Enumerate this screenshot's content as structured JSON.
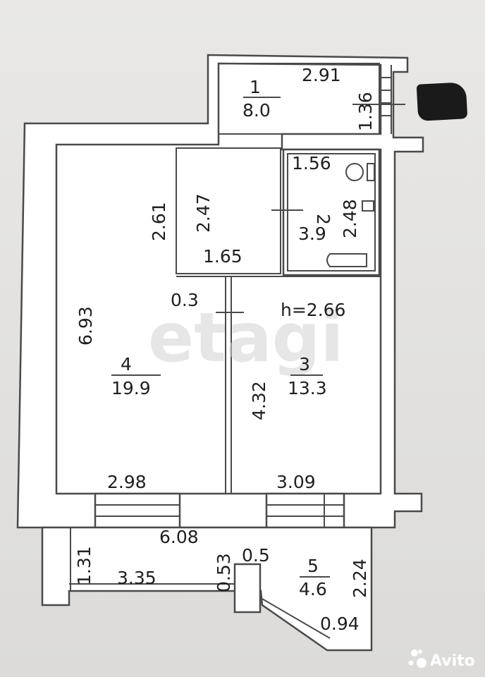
{
  "plan": {
    "room_numbers": [
      "1",
      "2",
      "3",
      "4",
      "5"
    ],
    "room_areas": [
      "8.0",
      "3.9",
      "13.3",
      "19.9",
      "4.6"
    ],
    "dimensions": [
      "2.91",
      "1.36",
      "1.56",
      "2.48",
      "2.61",
      "2.47",
      "1.65",
      "0.3",
      "h=2.66",
      "6.93",
      "4.32",
      "2.98",
      "3.09",
      "6.08",
      "1.31",
      "3.35",
      "0.53",
      "0.5",
      "2.24",
      "0.94"
    ]
  },
  "watermark": "etagi",
  "avito": "Avito"
}
